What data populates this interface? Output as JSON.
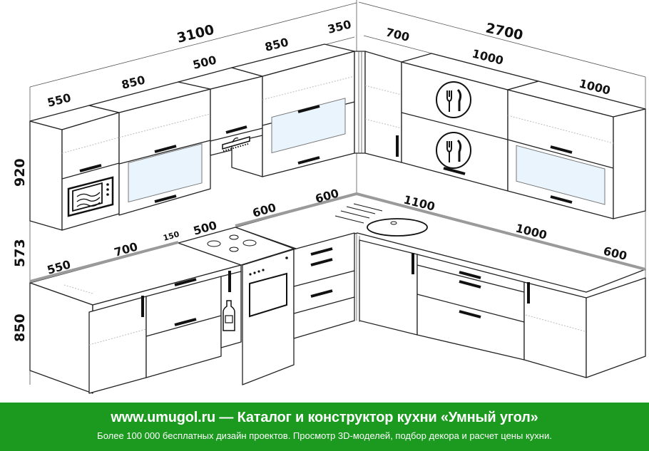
{
  "dimensions": {
    "top_left_total": "3100",
    "top_right_total": "2700",
    "upper_left": [
      "550",
      "850",
      "500",
      "850",
      "350"
    ],
    "upper_right": [
      "700",
      "1000",
      "1000"
    ],
    "heights": [
      "920",
      "573",
      "850"
    ],
    "base_left": [
      "550",
      "700",
      "150",
      "500",
      "600",
      "600"
    ],
    "base_right": [
      "1100",
      "1000",
      "600"
    ]
  },
  "icons": [
    "microwave-icon",
    "cooker-hood-icon",
    "cutlery-icon",
    "hob-icon",
    "oven-icon",
    "sink-icon",
    "bottle-icon"
  ],
  "colors": {
    "footer_bg": "#1b9a1f",
    "countertop_edge": "#9a9a9a",
    "glass": "#eaf4fd"
  },
  "footer": {
    "title": "www.umugol.ru — Каталог и конструктор кухни «Умный угол»",
    "subtitle": "Более 100 000 бесплатных дизайн проектов. Просмотр 3D-моделей, подбор декора и расчет цены кухни."
  }
}
